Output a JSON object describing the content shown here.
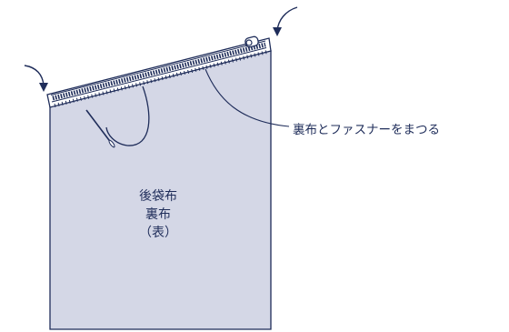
{
  "panel": {
    "title": "後袋布",
    "subtitle": "裏布",
    "side": "（表）"
  },
  "callout": {
    "text": "裏布とファスナーをまつる"
  },
  "icons": [
    "arrow-curved-icon",
    "needle-icon",
    "zipper-pull-icon"
  ],
  "colors": {
    "fabric": "#d4d7e6",
    "line": "#1f2d5a",
    "zipper_tape": "#1f2d5a"
  }
}
